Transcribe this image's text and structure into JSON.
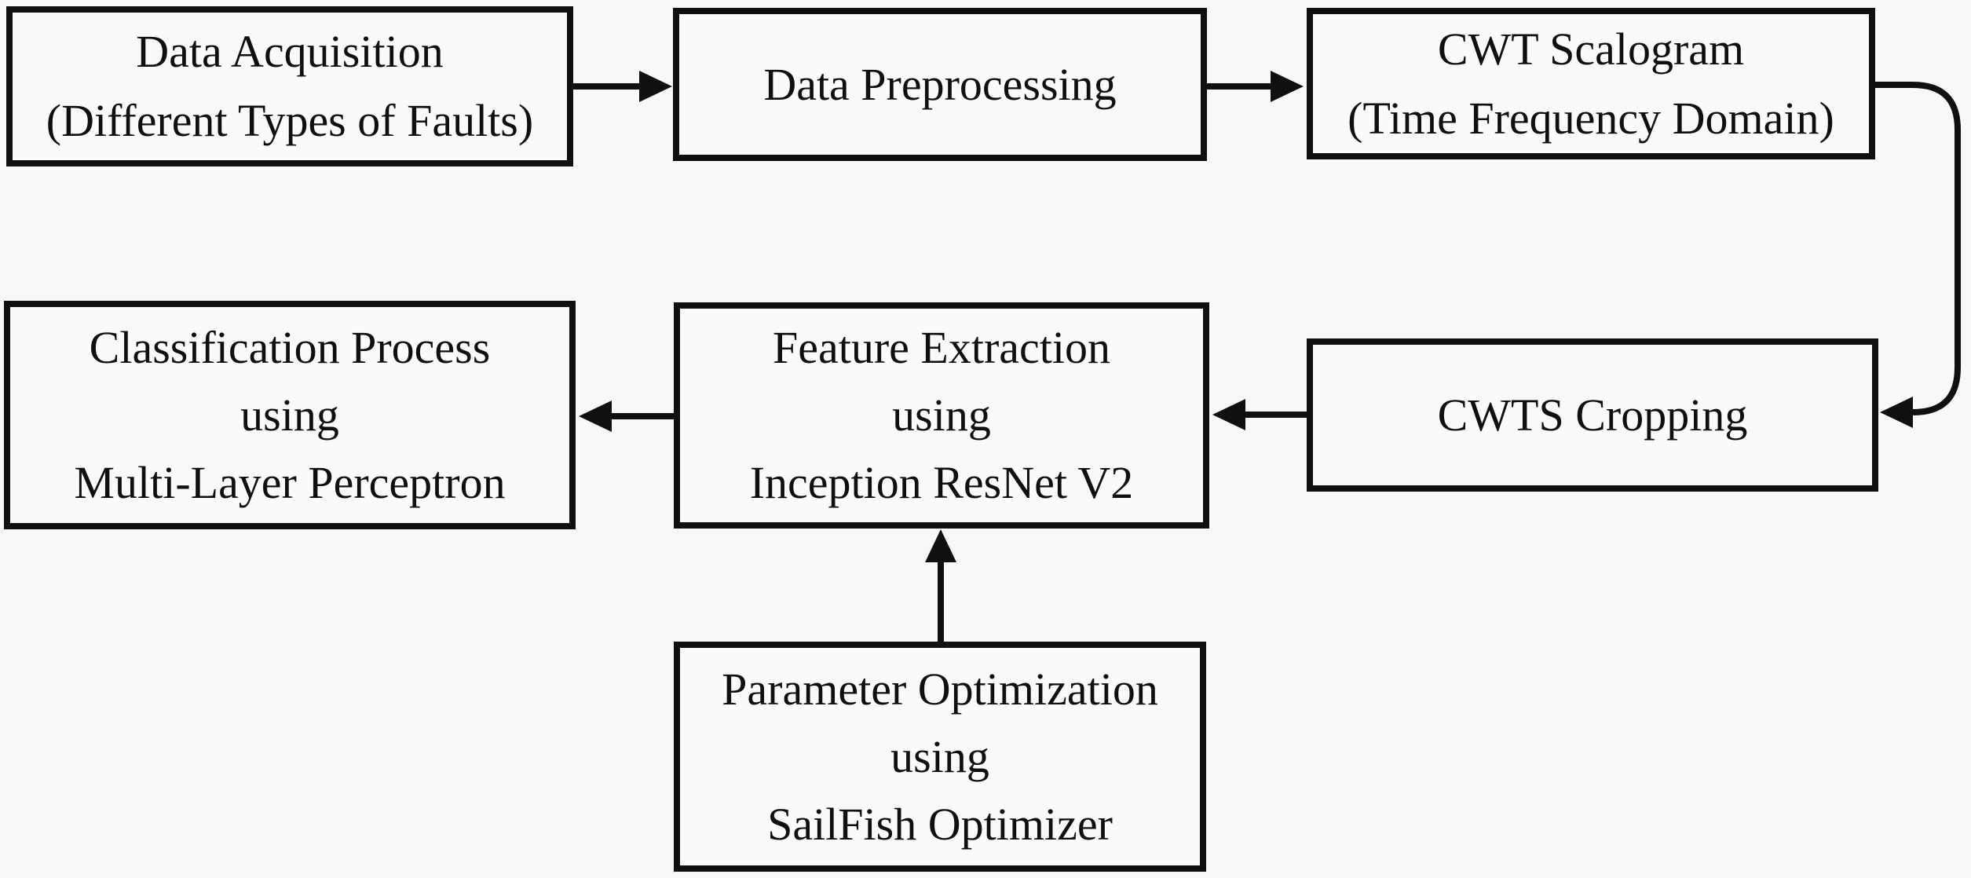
{
  "diagram": {
    "type": "flowchart",
    "colors": {
      "ink": "#101010",
      "background": "#f8f8f8",
      "node_fill": "#fafafa"
    },
    "nodes": {
      "data_acquisition": {
        "lines": [
          "Data Acquisition",
          "(Different Types of Faults)"
        ]
      },
      "data_preprocessing": {
        "lines": [
          "Data Preprocessing"
        ]
      },
      "cwt_scalogram": {
        "lines": [
          "CWT Scalogram",
          "(Time Frequency Domain)"
        ]
      },
      "cwts_cropping": {
        "lines": [
          "CWTS Cropping"
        ]
      },
      "feature_extraction": {
        "lines": [
          "Feature Extraction",
          "using",
          "Inception ResNet V2"
        ]
      },
      "classification": {
        "lines": [
          "Classification Process",
          "using",
          "Multi-Layer Perceptron"
        ]
      },
      "parameter_optimization": {
        "lines": [
          "Parameter Optimization",
          "using",
          "SailFish Optimizer"
        ]
      }
    },
    "edges": [
      {
        "from": "data_acquisition",
        "to": "data_preprocessing",
        "style": "straight-right"
      },
      {
        "from": "data_preprocessing",
        "to": "cwt_scalogram",
        "style": "straight-right"
      },
      {
        "from": "cwt_scalogram",
        "to": "cwts_cropping",
        "style": "curved-right-down"
      },
      {
        "from": "cwts_cropping",
        "to": "feature_extraction",
        "style": "straight-left"
      },
      {
        "from": "feature_extraction",
        "to": "classification",
        "style": "straight-left"
      },
      {
        "from": "parameter_optimization",
        "to": "feature_extraction",
        "style": "straight-up"
      }
    ]
  }
}
